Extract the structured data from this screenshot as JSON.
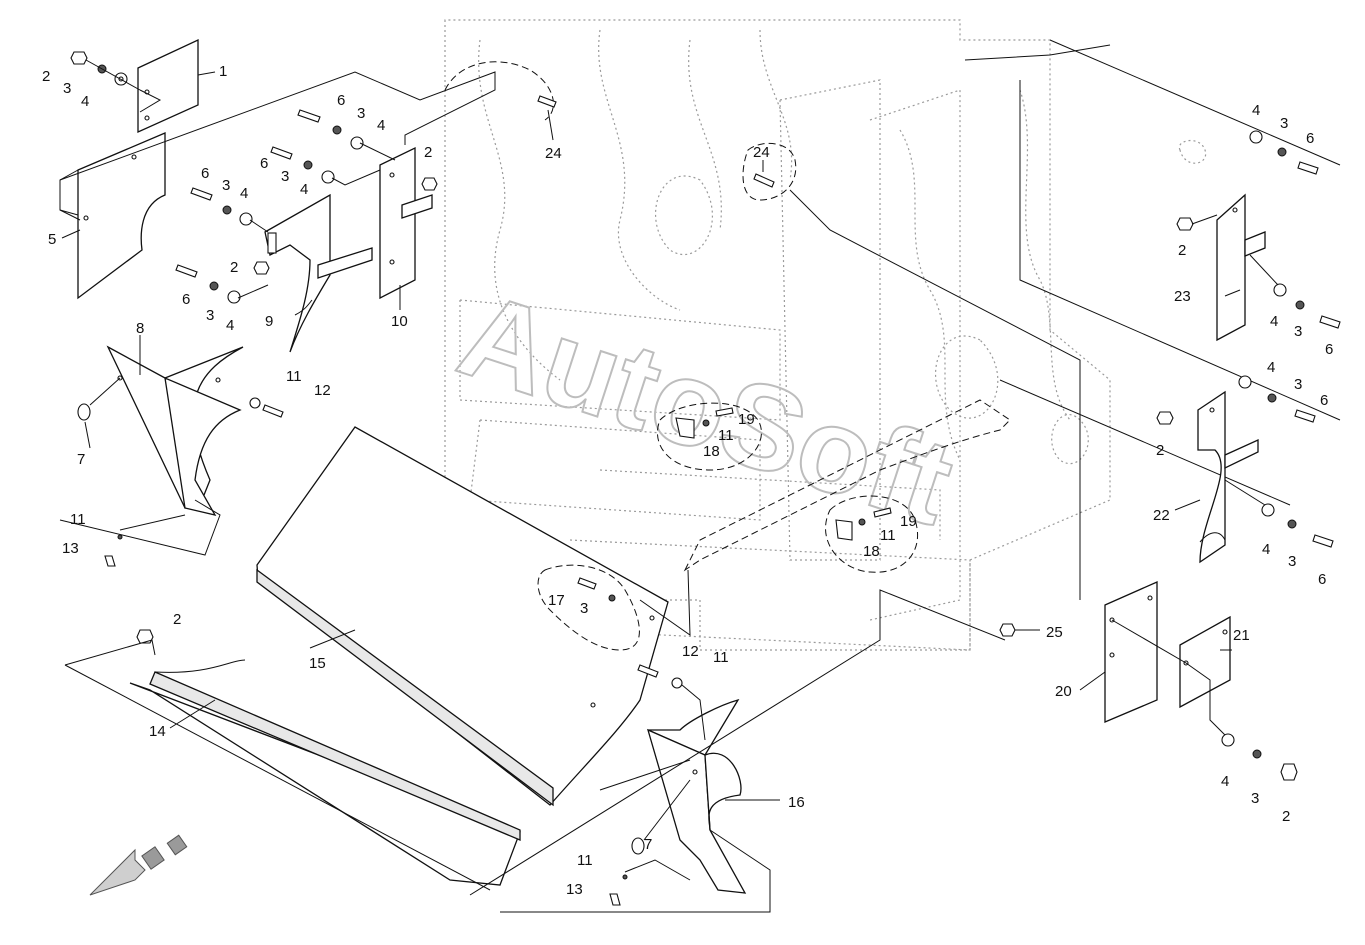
{
  "watermark": "AutoSoft",
  "callouts": [
    {
      "id": "c1",
      "text": "1"
    },
    {
      "id": "c2a",
      "text": "2"
    },
    {
      "id": "c3a",
      "text": "3"
    },
    {
      "id": "c4a",
      "text": "4"
    },
    {
      "id": "c5",
      "text": "5"
    },
    {
      "id": "c6a",
      "text": "6"
    },
    {
      "id": "c3b",
      "text": "3"
    },
    {
      "id": "c4b",
      "text": "4"
    },
    {
      "id": "c6b",
      "text": "6"
    },
    {
      "id": "c3c",
      "text": "3"
    },
    {
      "id": "c4c",
      "text": "4"
    },
    {
      "id": "c6c",
      "text": "6"
    },
    {
      "id": "c3d",
      "text": "3"
    },
    {
      "id": "c4d",
      "text": "4"
    },
    {
      "id": "c2b",
      "text": "2"
    },
    {
      "id": "c6d",
      "text": "6"
    },
    {
      "id": "c3e",
      "text": "3"
    },
    {
      "id": "c4e",
      "text": "4"
    },
    {
      "id": "c9",
      "text": "9"
    },
    {
      "id": "c2c",
      "text": "2"
    },
    {
      "id": "c10",
      "text": "10"
    },
    {
      "id": "c24a",
      "text": "24"
    },
    {
      "id": "c24b",
      "text": "24"
    },
    {
      "id": "c8",
      "text": "8"
    },
    {
      "id": "c11a",
      "text": "11"
    },
    {
      "id": "c12a",
      "text": "12"
    },
    {
      "id": "c7a",
      "text": "7"
    },
    {
      "id": "c11b",
      "text": "11"
    },
    {
      "id": "c13a",
      "text": "13"
    },
    {
      "id": "c19a",
      "text": "19"
    },
    {
      "id": "c11c",
      "text": "11"
    },
    {
      "id": "c18a",
      "text": "18"
    },
    {
      "id": "c19b",
      "text": "19"
    },
    {
      "id": "c11d",
      "text": "11"
    },
    {
      "id": "c18b",
      "text": "18"
    },
    {
      "id": "c17",
      "text": "17"
    },
    {
      "id": "c3f",
      "text": "3"
    },
    {
      "id": "c15",
      "text": "15"
    },
    {
      "id": "c2d",
      "text": "2"
    },
    {
      "id": "c14",
      "text": "14"
    },
    {
      "id": "c12b",
      "text": "12"
    },
    {
      "id": "c11e",
      "text": "11"
    },
    {
      "id": "c16",
      "text": "16"
    },
    {
      "id": "c7b",
      "text": "7"
    },
    {
      "id": "c11f",
      "text": "11"
    },
    {
      "id": "c13b",
      "text": "13"
    },
    {
      "id": "c25",
      "text": "25"
    },
    {
      "id": "c4f",
      "text": "4"
    },
    {
      "id": "c3g",
      "text": "3"
    },
    {
      "id": "c6e",
      "text": "6"
    },
    {
      "id": "c2e",
      "text": "2"
    },
    {
      "id": "c23",
      "text": "23"
    },
    {
      "id": "c4g",
      "text": "4"
    },
    {
      "id": "c3h",
      "text": "3"
    },
    {
      "id": "c6f",
      "text": "6"
    },
    {
      "id": "c4h",
      "text": "4"
    },
    {
      "id": "c3i",
      "text": "3"
    },
    {
      "id": "c6g",
      "text": "6"
    },
    {
      "id": "c2f",
      "text": "2"
    },
    {
      "id": "c22",
      "text": "22"
    },
    {
      "id": "c4i",
      "text": "4"
    },
    {
      "id": "c3j",
      "text": "3"
    },
    {
      "id": "c6h",
      "text": "6"
    },
    {
      "id": "c21",
      "text": "21"
    },
    {
      "id": "c20",
      "text": "20"
    },
    {
      "id": "c4j",
      "text": "4"
    },
    {
      "id": "c3k",
      "text": "3"
    },
    {
      "id": "c2g",
      "text": "2"
    }
  ]
}
